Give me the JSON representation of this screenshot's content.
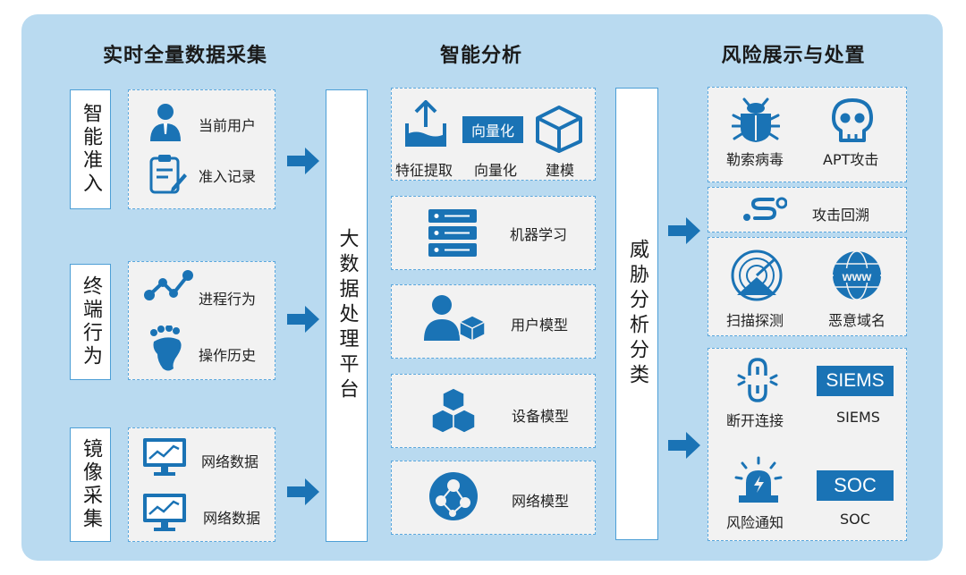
{
  "headings": {
    "collect": "实时全量数据采集",
    "analyze": "智能分析",
    "display": "风险展示与处置"
  },
  "groups": [
    {
      "label": "智能准入",
      "items": [
        "当前用户",
        "准入记录"
      ]
    },
    {
      "label": "终端行为",
      "items": [
        "进程行为",
        "操作历史"
      ]
    },
    {
      "label": "镜像采集",
      "items": [
        "网络数据",
        "网络数据"
      ]
    }
  ],
  "platform": "大数据处理平台",
  "analysis": {
    "top": {
      "items": [
        "特征提取",
        "向量化",
        "建模"
      ],
      "badge": "向量化"
    },
    "modules": [
      "机器学习",
      "用户模型",
      "设备模型",
      "网络模型"
    ]
  },
  "threat_classify": "威胁分析分类",
  "risks": {
    "box1": [
      "勒索病毒",
      "APT攻击"
    ],
    "box2": "攻击回溯",
    "box3": [
      "扫描探测",
      "恶意域名"
    ],
    "box4": [
      "断开连接",
      "SIEMS",
      "风险通知",
      "SOC"
    ],
    "badges": {
      "siems": "SIEMS",
      "soc": "SOC"
    },
    "www": "www"
  },
  "colors": {
    "panel": "#b9daf0",
    "accent": "#1a73b5",
    "border": "#4d9fd6",
    "box": "#f2f2f2"
  }
}
